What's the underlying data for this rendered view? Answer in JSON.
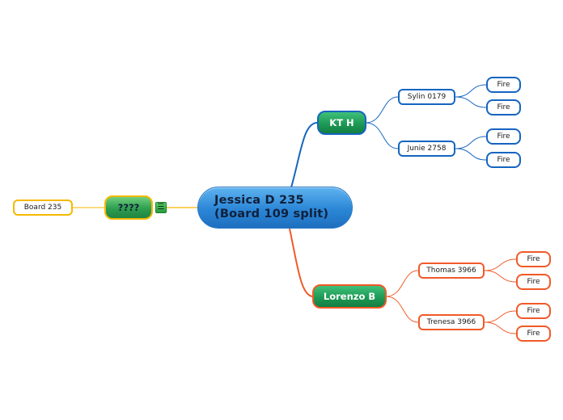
{
  "colors": {
    "blue_branch": "#1565c0",
    "orange_branch": "#f05a28",
    "yellow_branch": "#f6b800",
    "topic_green": "#1d9a55",
    "root_blue": "#2b86d6"
  },
  "root": {
    "line1": "Jessica D 235",
    "line2": "(Board 109 split)"
  },
  "left": {
    "main": "????",
    "note_icon": "notes-icon",
    "child": "Board 235"
  },
  "upper": {
    "main": "KT H",
    "children": [
      {
        "label": "Sylin 0179",
        "leaves": [
          "Fire",
          "Fire"
        ]
      },
      {
        "label": "Junie 2758",
        "leaves": [
          "Fire",
          "Fire"
        ]
      }
    ]
  },
  "lower": {
    "main": "Lorenzo B",
    "children": [
      {
        "label": "Thomas 3966",
        "leaves": [
          "Fire",
          "Fire"
        ]
      },
      {
        "label": "Trenesa 3966",
        "leaves": [
          "Fire",
          "Fire"
        ]
      }
    ]
  }
}
